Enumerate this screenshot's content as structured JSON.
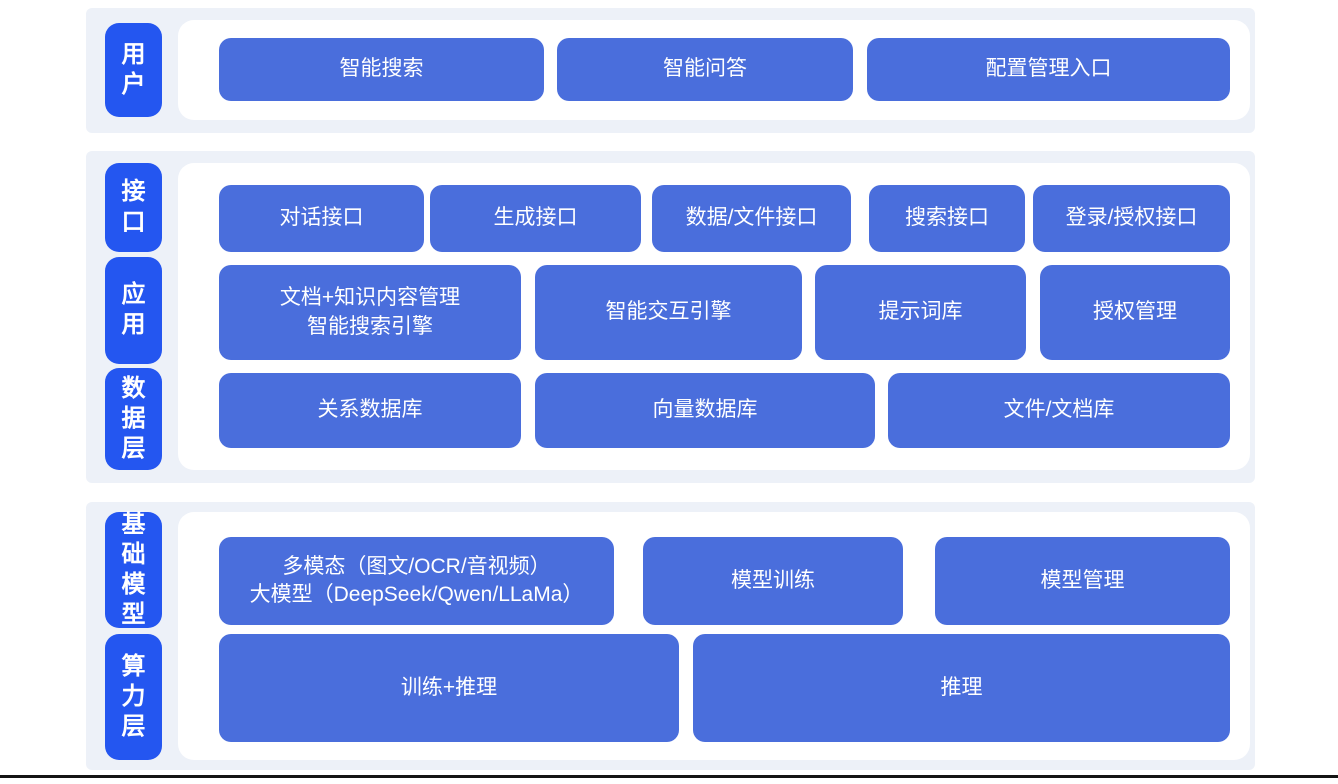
{
  "palette": {
    "band_bg": "#edf1f8",
    "panel_bg": "#ffffff",
    "label_blue": "#2456f0",
    "block_blue": "#4a6edc",
    "text_white": "#ffffff",
    "bottom_line": "#141414"
  },
  "sections": [
    {
      "name": "user",
      "labels": [
        {
          "text": "用户"
        }
      ],
      "rows": [
        {
          "blocks": [
            {
              "text": "智能搜索"
            },
            {
              "text": "智能问答"
            },
            {
              "text": "配置管理入口"
            }
          ]
        }
      ]
    },
    {
      "name": "interface-application-data",
      "labels": [
        {
          "text": "接口"
        },
        {
          "text": "应用"
        },
        {
          "text": "数据层"
        }
      ],
      "rows": [
        {
          "blocks": [
            {
              "text": "对话接口"
            },
            {
              "text": "生成接口"
            },
            {
              "text": "数据/文件接口"
            },
            {
              "text": "搜索接口"
            },
            {
              "text": "登录/授权接口"
            }
          ]
        },
        {
          "blocks": [
            {
              "text": "文档+知识内容管理\n智能搜索引擎"
            },
            {
              "text": "智能交互引擎"
            },
            {
              "text": "提示词库"
            },
            {
              "text": "授权管理"
            }
          ]
        },
        {
          "blocks": [
            {
              "text": "关系数据库"
            },
            {
              "text": "向量数据库"
            },
            {
              "text": "文件/文档库"
            }
          ]
        }
      ]
    },
    {
      "name": "foundation-compute",
      "labels": [
        {
          "text": "基础模型"
        },
        {
          "text": "算力层"
        }
      ],
      "rows": [
        {
          "blocks": [
            {
              "text": "多模态（图文/OCR/音视频）\n大模型（DeepSeek/Qwen/LLaMa）"
            },
            {
              "text": "模型训练"
            },
            {
              "text": "模型管理"
            }
          ]
        },
        {
          "blocks": [
            {
              "text": "训练+推理"
            },
            {
              "text": "推理"
            }
          ]
        }
      ]
    }
  ]
}
